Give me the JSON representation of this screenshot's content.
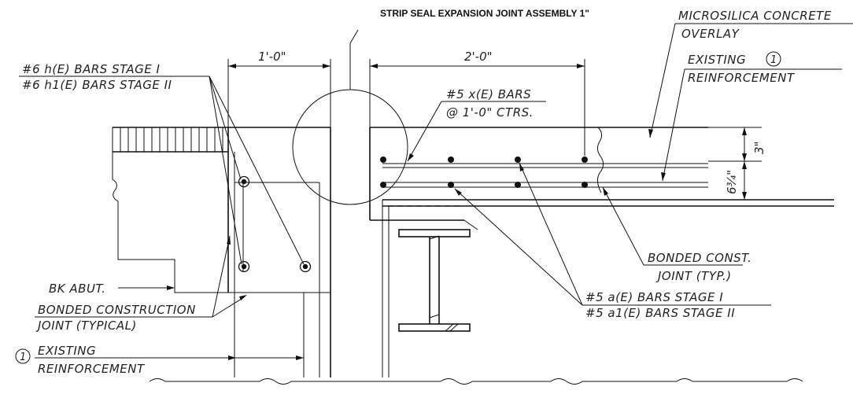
{
  "labels": {
    "strip_seal": "STRIP SEAL EXPANSION JOINT ASSEMBLY 1\"",
    "microsilica_1": "MICROSILICA CONCRETE",
    "microsilica_2": "OVERLAY",
    "existing_top_1": "EXISTING",
    "existing_top_2": "REINFORCEMENT",
    "h_bars_1": "#6 h(E) BARS STAGE I",
    "h_bars_2": "#6 h1(E) BARS STAGE II",
    "x_bars_1": "#5 x(E) BARS",
    "x_bars_2": "@ 1'-0\" CTRS.",
    "bonded_const_1": "BONDED CONST.",
    "bonded_const_2": "JOINT (TYP.)",
    "bk_abut": "BK ABUT.",
    "bonded_construction_1": "BONDED CONSTRUCTION",
    "bonded_construction_2": "JOINT (TYPICAL)",
    "a_bars_1": "#5 a(E) BARS STAGE I",
    "a_bars_2": "#5 a1(E) BARS STAGE II",
    "existing_bot_1": "EXISTING",
    "existing_bot_2": "REINFORCEMENT",
    "note_num_top": "1",
    "note_num_bot": "1"
  },
  "dimensions": {
    "abutment_width": "1'-0\"",
    "deck_bar_spacing": "2'-0\"",
    "overlay_depth": "3\"",
    "deck_depth": "6¾\""
  }
}
